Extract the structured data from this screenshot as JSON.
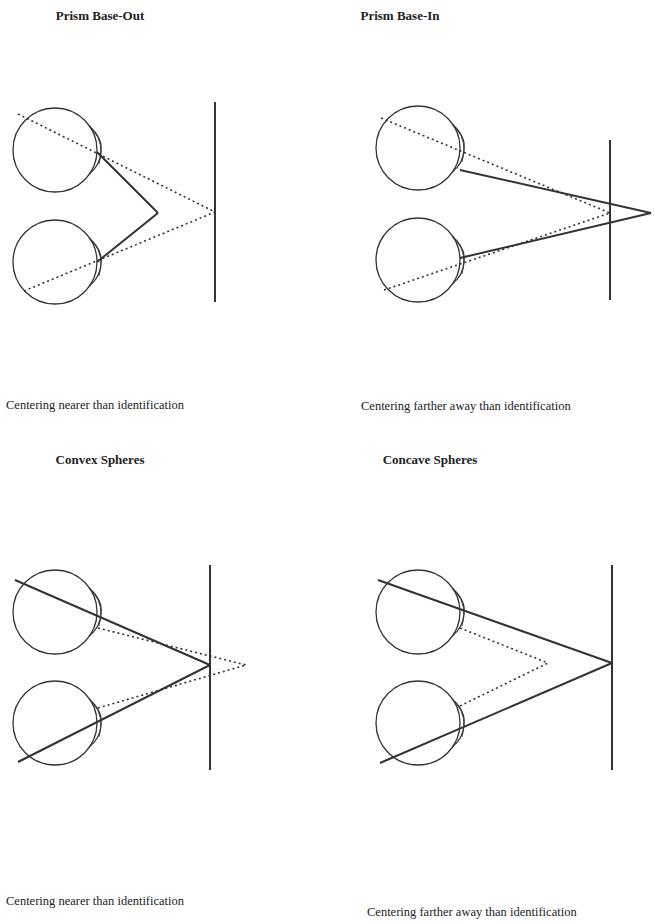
{
  "diagram": {
    "labels": [
      "Prism Base-Out",
      "Prism Base-In",
      "Centering nearer than identification",
      "Centering farther away than identification",
      "Convex Spheres",
      "Concave Spheres",
      "Centering nearer than identification",
      "Centering farther away than identification"
    ]
  }
}
